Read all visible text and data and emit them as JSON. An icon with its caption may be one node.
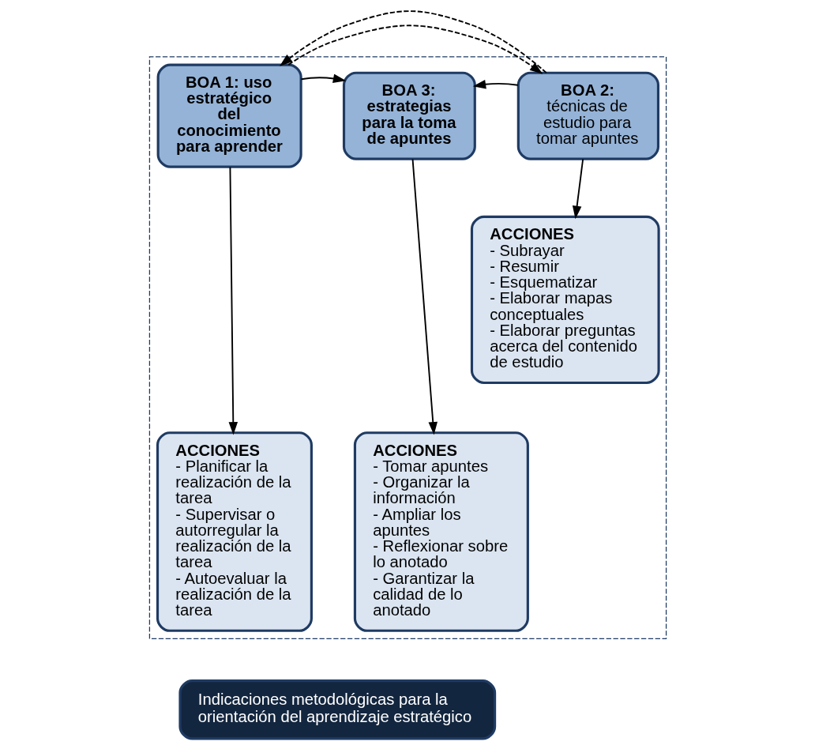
{
  "diagram": {
    "nodes": [
      {
        "text": [],
        "shape": "box"
      },
      {
        "text": [
          "BOA 1: uso estratégico del conocimiento para aprender"
        ],
        "in": 0
      },
      {
        "text": [
          "BOA 2:",
          "técnicas de estudio para tomar apuntes"
        ],
        "in": 0
      },
      {
        "text": [
          "BOA 3: estrategias para la toma de apuntes"
        ],
        "in": 0
      },
      {
        "text": [
          "ACCIONES",
          "- Planificar la realización de la tarea",
          "- Supervisar o autorregular la realización de la tarea",
          "- Autoevaluar la realización de la tarea"
        ],
        "in": 0
      },
      {
        "text": [
          "ACCIONES",
          "- Subrayar",
          "- Resumir",
          "- Esquematizar",
          "- Elaborar mapas conceptuales",
          "- Elaborar preguntas acerca del contenido de estudio"
        ],
        "in": 0
      },
      {
        "text": [
          "ACCIONES",
          "- Tomar apuntes",
          "- Organizar la información",
          "- Ampliar los apuntes",
          "- Reflexionar sobre lo anotado",
          "- Garantizar la calidad de lo anotado"
        ],
        "in": 0
      },
      {
        "text": [
          "Indicaciones metodológicas para la orientación del aprendizaje estratégico"
        ]
      }
    ],
    "edges": [
      {
        "from": 1,
        "to": 2,
        "arrow": "to",
        "style": "dashed"
      },
      {
        "from": 2,
        "to": 1,
        "arrow": "to",
        "style": "dashed"
      },
      {
        "from": 1,
        "to": 3,
        "arrow": "to"
      },
      {
        "from": 2,
        "to": 3,
        "arrow": "to"
      },
      {
        "from": 1,
        "to": 4,
        "arrow": "to"
      },
      {
        "from": 3,
        "to": 6,
        "arrow": "to"
      },
      {
        "from": 2,
        "to": 5,
        "arrow": "to"
      }
    ]
  }
}
